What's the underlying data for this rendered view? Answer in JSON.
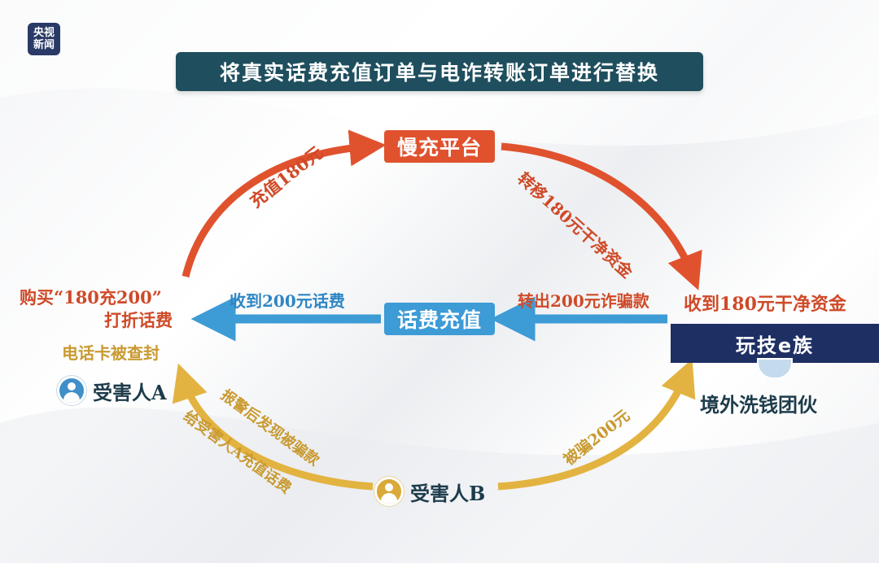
{
  "logo": {
    "line1": "央视",
    "line2": "新闻"
  },
  "title": "将真实话费充值订单与电诈转账订单进行替换",
  "nodes": {
    "platform": "慢充平台",
    "recharge": "话费充值",
    "victim_a": "受害人A",
    "victim_b": "受害人B",
    "gang": "境外洗钱团伙"
  },
  "labels": {
    "buy_line1": "购买“180充200”",
    "buy_line2": "打折话费",
    "card_sealed": "电话卡被查封",
    "topup_180": "充值180元",
    "transfer_clean": "转移180元干净资金",
    "receive_clean": "收到180元干净资金",
    "transfer_fraud": "转出200元诈骗款",
    "receive_bill": "收到200元话费",
    "report": "报警后发现被骗款",
    "topup_for_a": "给受害人A充值话费",
    "scammed": "被骗200元"
  },
  "watermark": "玩技e族",
  "colors": {
    "red": "#e0522e",
    "blue": "#3d9bd6",
    "gold": "#e3b341",
    "navy": "#1f4f5e"
  }
}
